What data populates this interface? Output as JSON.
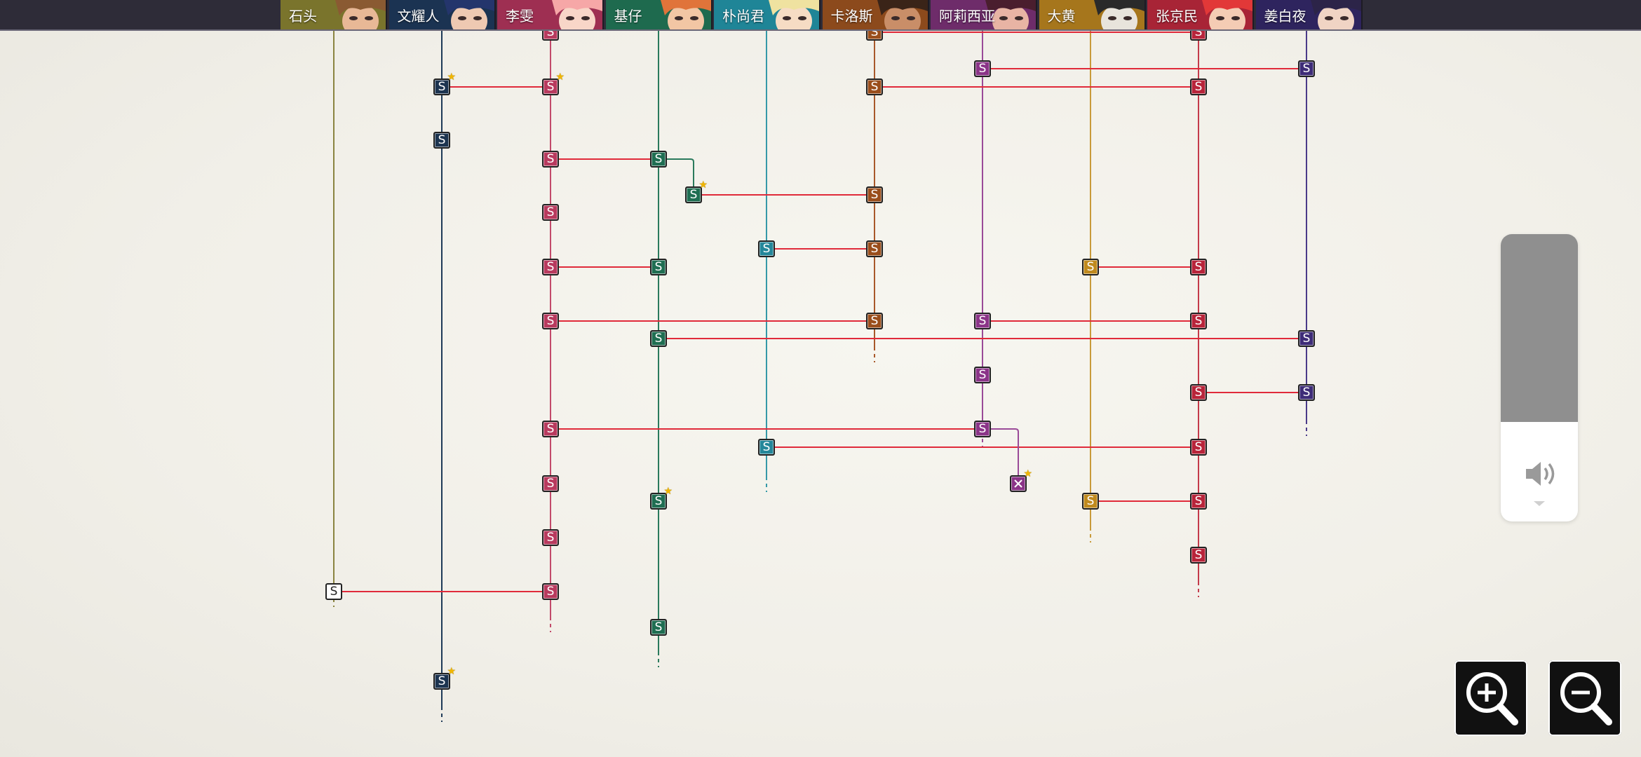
{
  "characters": [
    {
      "id": "shitou",
      "name": "石头",
      "color": "#7a7328",
      "line": "#8a8440",
      "bg": "#7a742c",
      "hair": "#8a5a32",
      "skin": "#e8b896"
    },
    {
      "id": "wenyao",
      "name": "文耀人",
      "color": "#1c3450",
      "line": "#1e3a58",
      "bg": "#1b3352",
      "hair": "#24356c",
      "skin": "#eec9b2"
    },
    {
      "id": "li",
      "name": "李雯",
      "color": "#b83a5e",
      "line": "#c24a6a",
      "bg": "#9e2f52",
      "hair": "#f6a7a7",
      "skin": "#f8d6c8"
    },
    {
      "id": "jizai",
      "name": "基仔",
      "color": "#1f6e52",
      "line": "#2a7a5c",
      "bg": "#1e6a4e",
      "hair": "#e0743a",
      "skin": "#f2c6a4"
    },
    {
      "id": "piao",
      "name": "朴尚君",
      "color": "#24879a",
      "line": "#3599a8",
      "bg": "#1f8597",
      "hair": "#efe2a0",
      "skin": "#f6dcc4"
    },
    {
      "id": "carlos",
      "name": "卡洛斯",
      "color": "#9a4e1c",
      "line": "#a8582a",
      "bg": "#8c4a1c",
      "hair": "#3a2418",
      "skin": "#c98e68"
    },
    {
      "id": "alicia",
      "name": "阿莉西亚",
      "color": "#8b3488",
      "line": "#9a4a98",
      "bg": "#6e2c6a",
      "hair": "#4a1e2e",
      "skin": "#e8b4a4"
    },
    {
      "id": "dahuang",
      "name": "大黄",
      "color": "#c08a1e",
      "line": "#c89a3a",
      "bg": "#a6761c",
      "hair": "#2a2a2a",
      "skin": "#e8e4dc"
    },
    {
      "id": "zhang",
      "name": "张京民",
      "color": "#b8243a",
      "line": "#c43a4a",
      "bg": "#a82436",
      "hair": "#e23838",
      "skin": "#f4ccb4"
    },
    {
      "id": "jiang",
      "name": "姜白夜",
      "color": "#3e2c78",
      "line": "#4a3a88",
      "bg": "#2e245e",
      "hair": "#2c2448",
      "skin": "#f0d4c4"
    }
  ],
  "node_label": "S",
  "colors": {
    "link": "#e02a3a",
    "white_node": "#ffffff"
  },
  "volume": {
    "level": 0.68,
    "icon": "speaker-icon"
  },
  "zoom": {
    "in_icon": "zoom-in-icon",
    "out_icon": "zoom-out-icon"
  }
}
